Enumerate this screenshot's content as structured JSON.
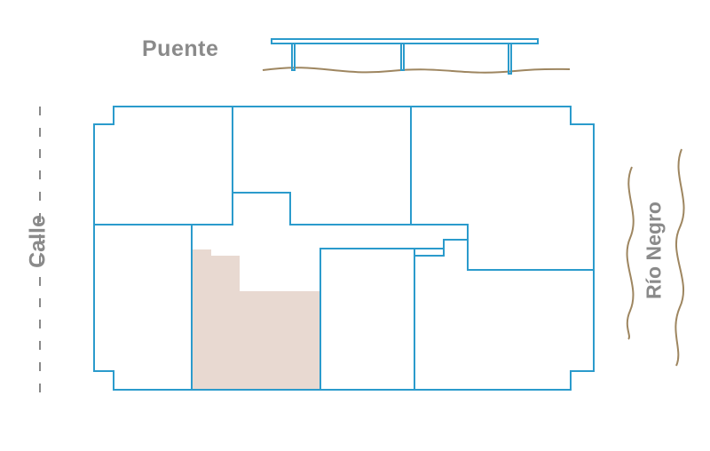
{
  "labels": {
    "bridge": "Puente",
    "street": "Calle",
    "river": "Río Negro"
  },
  "colors": {
    "wall": "#2b9bcc",
    "highlight_unit": "#e8d9d1",
    "water_line": "#9e8660",
    "street_dash": "#888888",
    "label_text": "#8a8a8a"
  }
}
